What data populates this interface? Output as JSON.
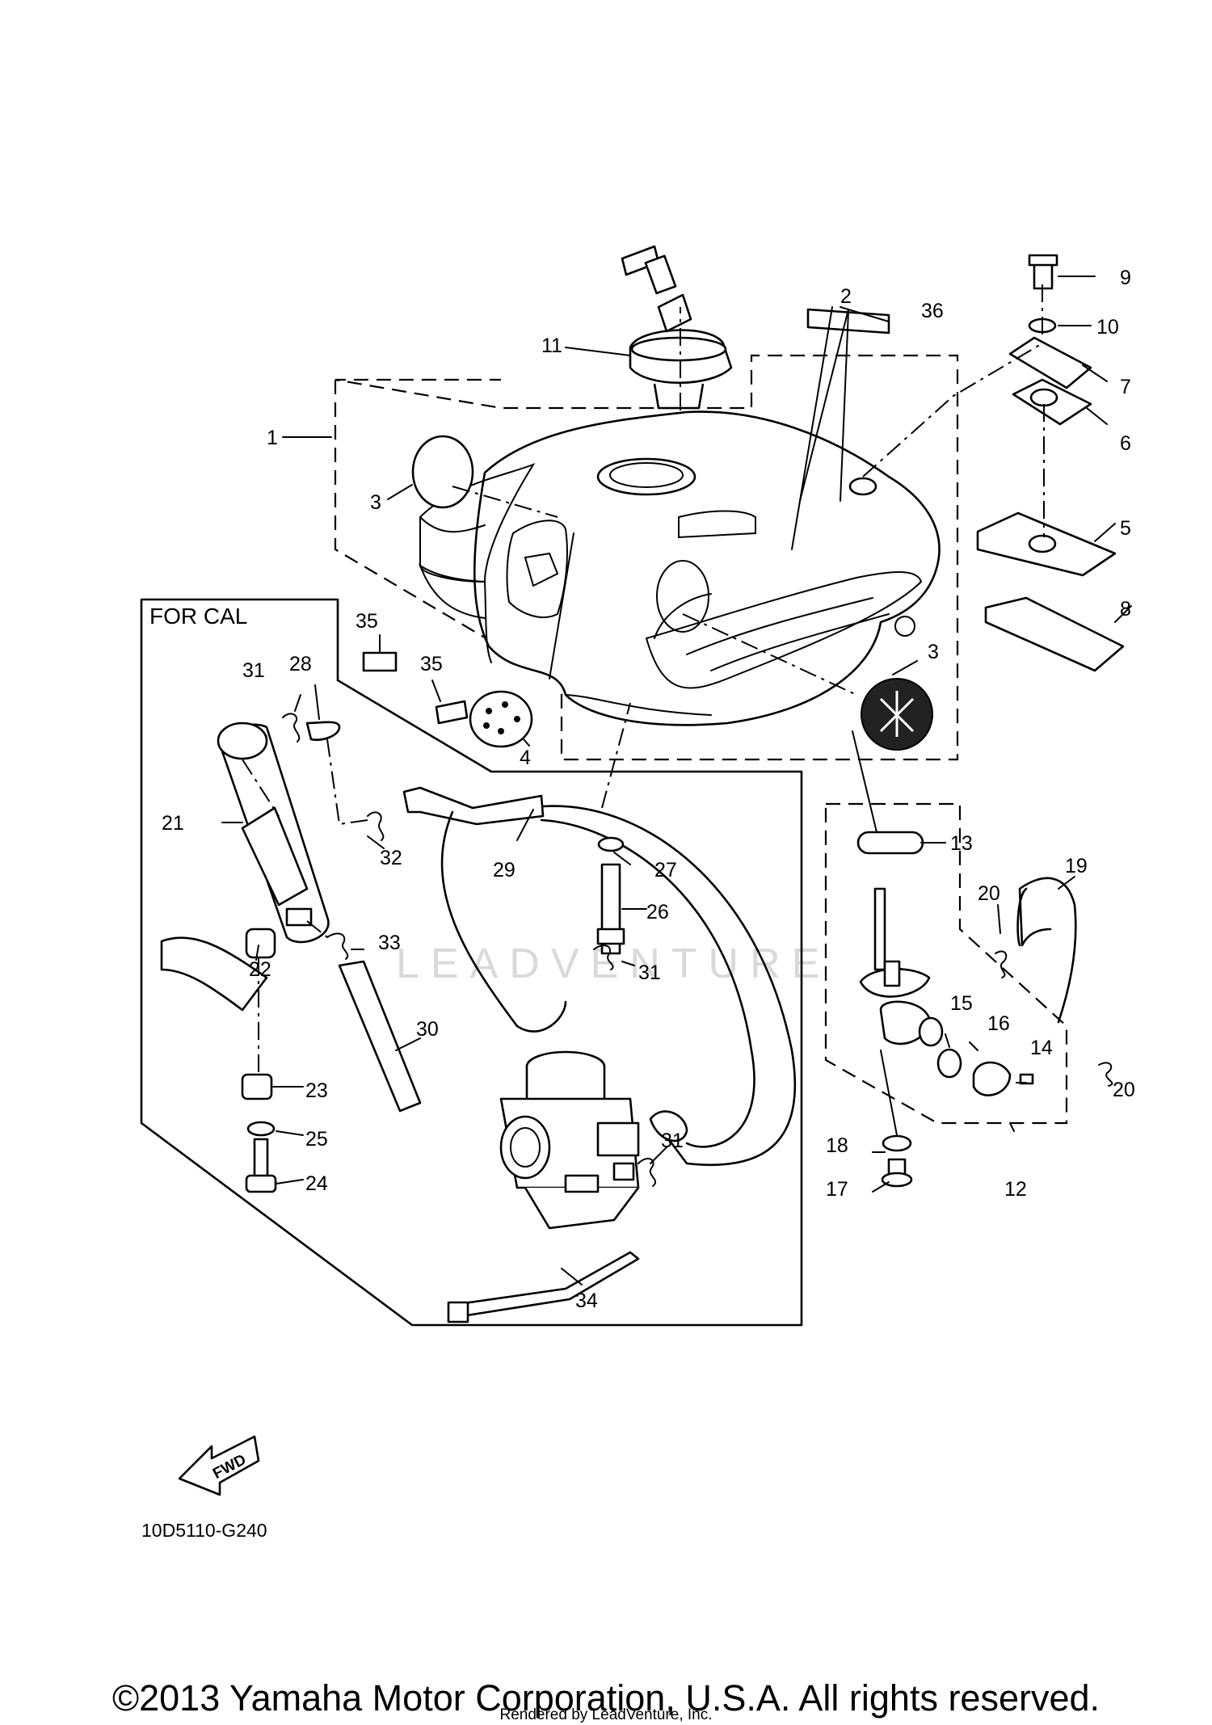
{
  "diagram_code": "10D5110-G240",
  "frame_label": "FOR CAL",
  "fwd_label": "FWD",
  "watermark": "LEADVENTURE",
  "copyright": "©2013 Yamaha Motor Corporation, U.S.A. All rights reserved.",
  "rendered_by": "Rendered by LeadVenture, Inc.",
  "callouts": [
    {
      "id": "c1",
      "text": "1"
    },
    {
      "id": "c2",
      "text": "2"
    },
    {
      "id": "c3a",
      "text": "3"
    },
    {
      "id": "c3b",
      "text": "3"
    },
    {
      "id": "c4",
      "text": "4"
    },
    {
      "id": "c5",
      "text": "5"
    },
    {
      "id": "c6",
      "text": "6"
    },
    {
      "id": "c7",
      "text": "7"
    },
    {
      "id": "c8",
      "text": "8"
    },
    {
      "id": "c9",
      "text": "9"
    },
    {
      "id": "c10",
      "text": "10"
    },
    {
      "id": "c11",
      "text": "11"
    },
    {
      "id": "c12",
      "text": "12"
    },
    {
      "id": "c13",
      "text": "13"
    },
    {
      "id": "c14",
      "text": "14"
    },
    {
      "id": "c15",
      "text": "15"
    },
    {
      "id": "c16",
      "text": "16"
    },
    {
      "id": "c17",
      "text": "17"
    },
    {
      "id": "c18",
      "text": "18"
    },
    {
      "id": "c19",
      "text": "19"
    },
    {
      "id": "c20a",
      "text": "20"
    },
    {
      "id": "c20b",
      "text": "20"
    },
    {
      "id": "c21",
      "text": "21"
    },
    {
      "id": "c22",
      "text": "22"
    },
    {
      "id": "c23",
      "text": "23"
    },
    {
      "id": "c24",
      "text": "24"
    },
    {
      "id": "c25",
      "text": "25"
    },
    {
      "id": "c26",
      "text": "26"
    },
    {
      "id": "c27",
      "text": "27"
    },
    {
      "id": "c28",
      "text": "28"
    },
    {
      "id": "c29",
      "text": "29"
    },
    {
      "id": "c30",
      "text": "30"
    },
    {
      "id": "c31a",
      "text": "31"
    },
    {
      "id": "c31b",
      "text": "31"
    },
    {
      "id": "c31c",
      "text": "31"
    },
    {
      "id": "c32",
      "text": "32"
    },
    {
      "id": "c33",
      "text": "33"
    },
    {
      "id": "c34",
      "text": "34"
    },
    {
      "id": "c35a",
      "text": "35"
    },
    {
      "id": "c35b",
      "text": "35"
    },
    {
      "id": "c36",
      "text": "36"
    }
  ]
}
